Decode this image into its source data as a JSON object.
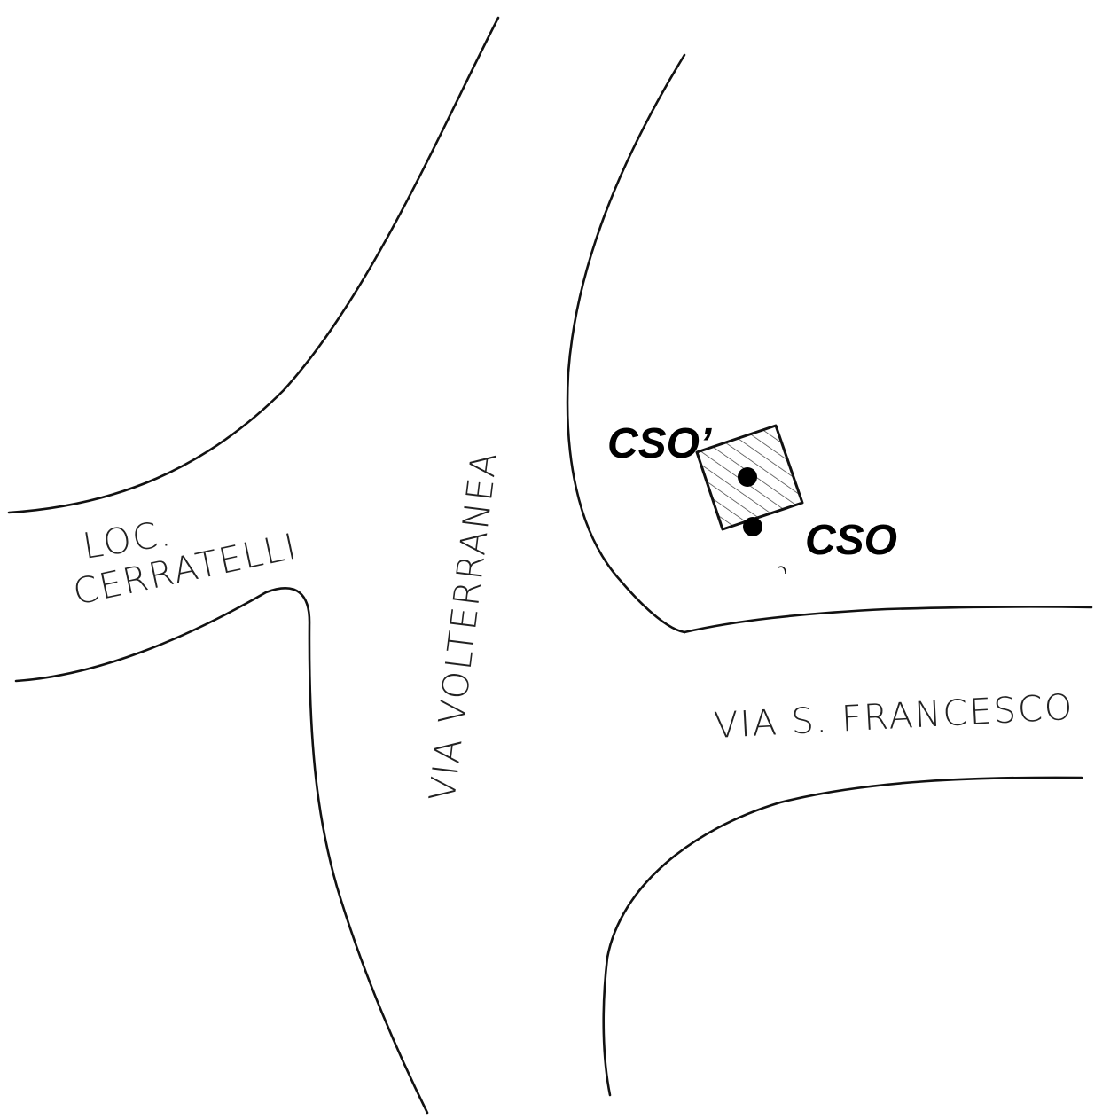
{
  "map": {
    "streets": {
      "loc_cerratelli_line1": "LOC.",
      "loc_cerratelli_line2": "CERRATELLI",
      "via_volterranea": "VIA VOLTERRANEA",
      "via_s_francesco": "VIA S. FRANCESCO"
    },
    "markers": {
      "cso_prime": "CSO’",
      "cso": "CSO"
    },
    "colors": {
      "ink": "#111111",
      "background": "#ffffff"
    }
  }
}
